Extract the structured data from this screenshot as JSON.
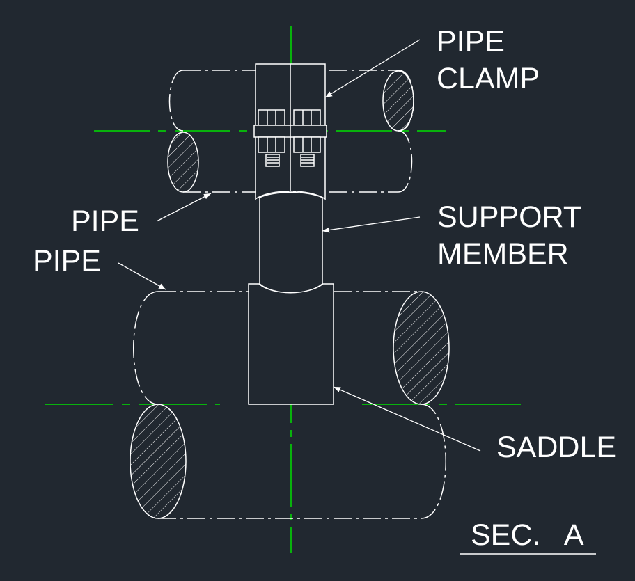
{
  "colors": {
    "background": "#212830",
    "lines": "#ffffff",
    "centerlines": "#00e000"
  },
  "labels": {
    "pipe_clamp_line1": "PIPE",
    "pipe_clamp_line2": "CLAMP",
    "upper_pipe": "PIPE",
    "lower_pipe": "PIPE",
    "support_member_line1": "SUPPORT",
    "support_member_line2": "MEMBER",
    "saddle": "SADDLE",
    "section_title": "SEC.   A"
  }
}
